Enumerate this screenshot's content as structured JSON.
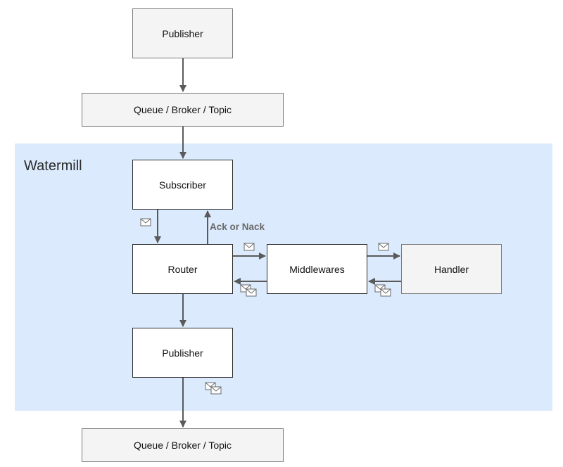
{
  "region": {
    "title": "Watermill"
  },
  "nodes": {
    "publisher_top": "Publisher",
    "queue_top": "Queue / Broker / Topic",
    "subscriber": "Subscriber",
    "router": "Router",
    "middlewares": "Middlewares",
    "handler": "Handler",
    "publisher_bottom": "Publisher",
    "queue_bottom": "Queue / Broker / Topic"
  },
  "labels": {
    "ack": "Ack or Nack"
  },
  "icons": [
    "envelope-icon",
    "envelopes-icon"
  ],
  "colors": {
    "region_fill": "#dbeafc",
    "arrow": "#5a5a5a",
    "box_gray": "#f4f4f4"
  }
}
